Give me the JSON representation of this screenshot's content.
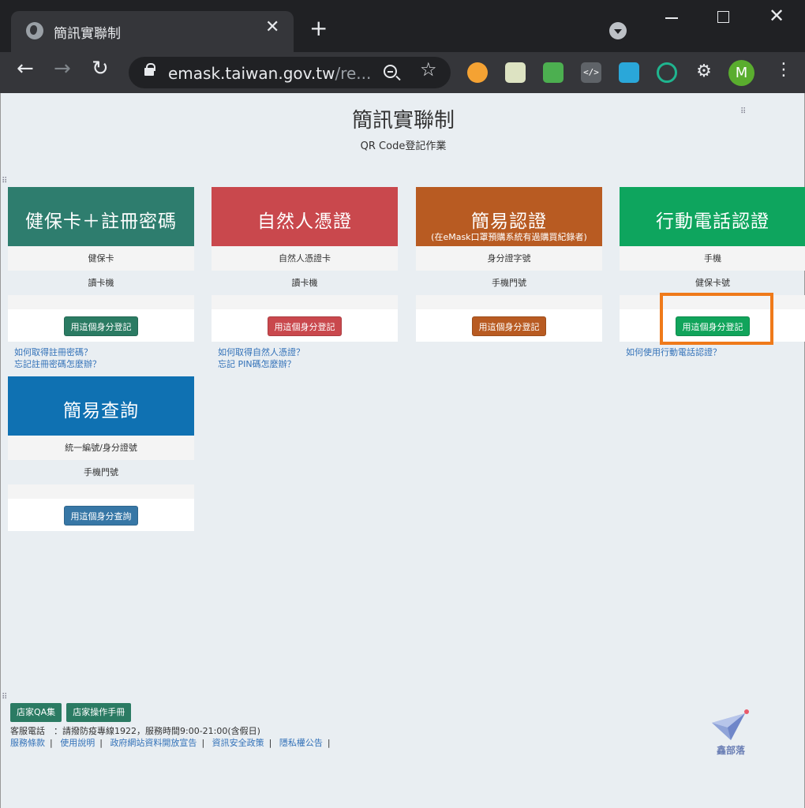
{
  "browser": {
    "tab_title": "簡訊實聯制",
    "tab_close": "✕",
    "new_tab": "+",
    "url_main": "emask.taiwan.gov.tw",
    "url_rest": "/re...",
    "back": "←",
    "forward": "→",
    "reload": "↻",
    "star": "☆",
    "extensions_label": "⚙",
    "profile_initial": "M",
    "menu": "⋮",
    "win_close": "✕"
  },
  "page": {
    "title": "簡訊實聯制",
    "subtitle": "QR Code登記作業"
  },
  "cards": [
    {
      "title": "健保卡＋註冊密碼",
      "color": "#2e7d6e",
      "rows": [
        "健保卡",
        "讀卡機"
      ],
      "button": "用這個身分登記",
      "button_color": "#2b7b63",
      "help": [
        "如何取得註冊密碼？",
        "忘記註冊密碼怎麼辦？"
      ]
    },
    {
      "title": "自然人憑證",
      "color": "#c9484d",
      "rows": [
        "自然人憑證卡",
        "讀卡機"
      ],
      "button": "用這個身分登記",
      "button_color": "#c9484d",
      "help": [
        "如何取得自然人憑證？",
        "忘記 PIN碼怎麼辦？"
      ]
    },
    {
      "title": "簡易認證",
      "note": "(在eMask口罩預購系統有過購買紀錄者)",
      "color": "#b85b22",
      "rows": [
        "身分證字號",
        "手機門號"
      ],
      "button": "用這個身分登記",
      "button_color": "#b85b22",
      "help": []
    },
    {
      "title": "行動電話認證",
      "color": "#0ea55e",
      "rows": [
        "手機",
        "健保卡號"
      ],
      "button": "用這個身分登記",
      "button_color": "#11a45b",
      "help": [
        "如何使用行動電話認證？"
      ]
    },
    {
      "title": "簡易查詢",
      "color": "#0f71b2",
      "rows": [
        "統一編號/身分證號",
        "手機門號"
      ],
      "button": "用這個身分查詢",
      "button_color": "#3777a6",
      "help": []
    }
  ],
  "footer": {
    "buttons": [
      "店家QA集",
      "店家操作手冊"
    ],
    "hotline": "客服電話　：請撥防疫專線1922，服務時間9:00-21:00(含假日)",
    "links": [
      "服務條款",
      "使用說明",
      "政府網站資料開放宣告",
      "資訊安全政策",
      "隱私權公告"
    ],
    "separator": "|",
    "watermark": "鑫部落"
  }
}
